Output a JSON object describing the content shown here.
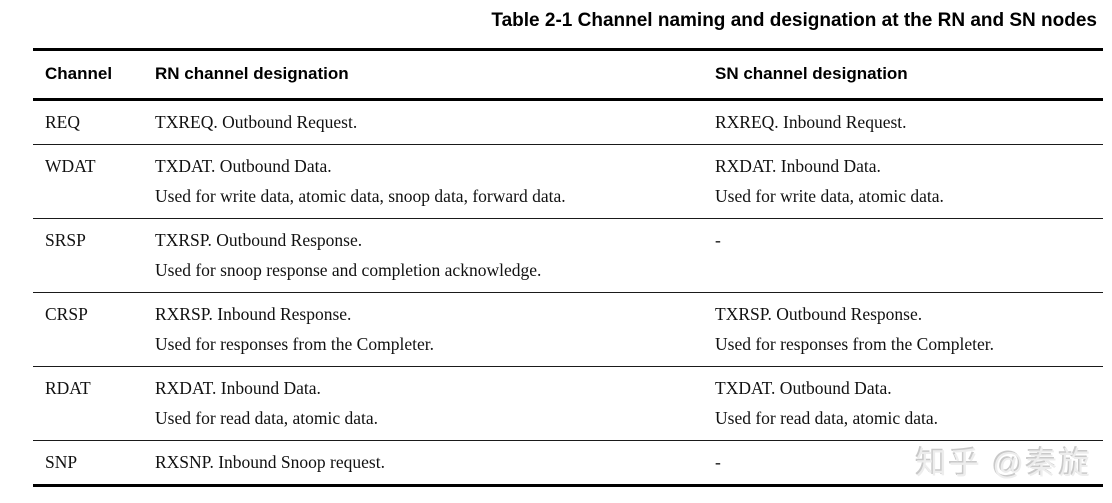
{
  "title": "Table 2-1 Channel naming and designation at the RN and SN nodes",
  "table": {
    "headers": {
      "channel": "Channel",
      "rn": "RN channel designation",
      "sn": "SN channel designation"
    },
    "rows": [
      {
        "channel": "REQ",
        "rn": [
          "TXREQ. Outbound Request."
        ],
        "sn": [
          "RXREQ. Inbound Request."
        ]
      },
      {
        "channel": "WDAT",
        "rn": [
          "TXDAT. Outbound Data.",
          "Used for write data, atomic data, snoop data, forward data."
        ],
        "sn": [
          "RXDAT. Inbound Data.",
          "Used for write data, atomic data."
        ]
      },
      {
        "channel": "SRSP",
        "rn": [
          "TXRSP. Outbound Response.",
          "Used for snoop response and completion acknowledge."
        ],
        "sn": [
          "-"
        ]
      },
      {
        "channel": "CRSP",
        "rn": [
          "RXRSP. Inbound Response.",
          "Used for responses from the Completer."
        ],
        "sn": [
          "TXRSP. Outbound Response.",
          "Used for responses from the Completer."
        ]
      },
      {
        "channel": "RDAT",
        "rn": [
          "RXDAT. Inbound Data.",
          "Used for read data, atomic data."
        ],
        "sn": [
          "TXDAT. Outbound Data.",
          "Used for read data, atomic data."
        ]
      },
      {
        "channel": "SNP",
        "rn": [
          "RXSNP. Inbound Snoop request."
        ],
        "sn": [
          "-"
        ]
      }
    ]
  },
  "watermark": "知乎 @秦旋",
  "colors": {
    "text": "#111111",
    "rule_thick": "#000000",
    "rule_thin": "#1a1a1a",
    "watermark_gray": "#c9c9c9"
  }
}
